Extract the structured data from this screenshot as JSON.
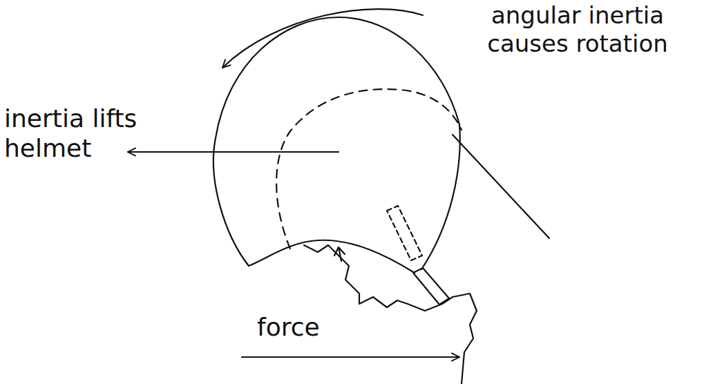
{
  "diagram": {
    "labels": [
      "angular inertia causes rotation",
      "inertia lifts helmet",
      "force"
    ]
  }
}
